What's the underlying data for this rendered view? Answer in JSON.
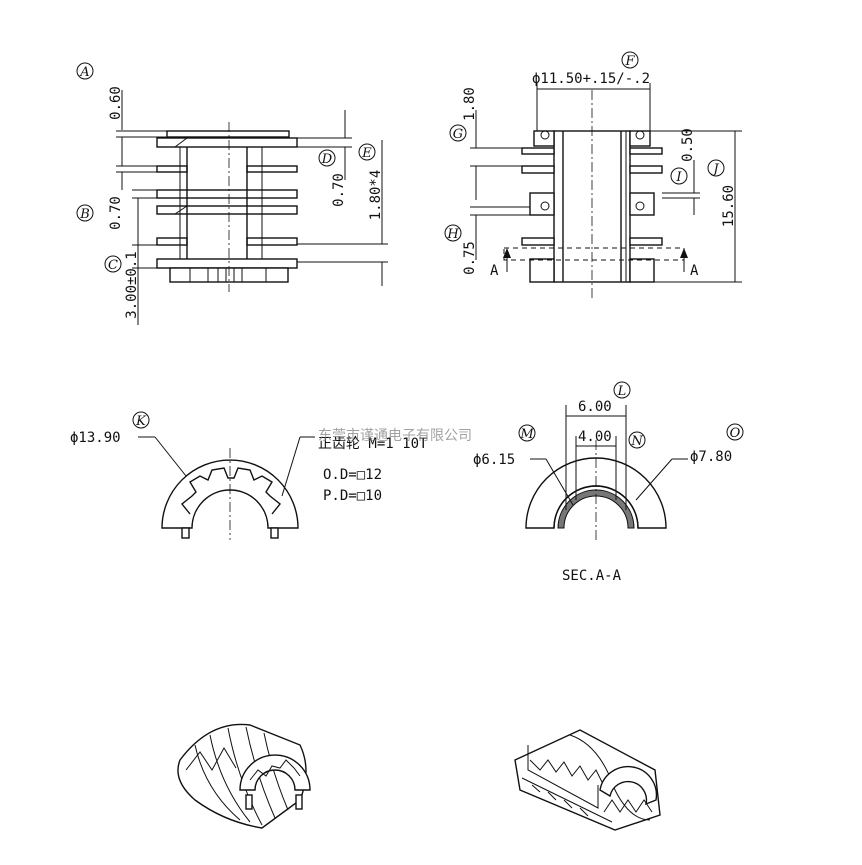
{
  "callouts": {
    "A": "A",
    "B": "B",
    "C": "C",
    "D": "D",
    "E": "E",
    "F": "F",
    "G": "G",
    "H": "H",
    "I": "I",
    "J": "J",
    "K": "K",
    "L": "L",
    "M": "M",
    "N": "N",
    "O": "O"
  },
  "dims": {
    "a_060": "0.60",
    "b_070": "0.70",
    "c_300": "3.00±0.1",
    "d_070": "0.70",
    "e_180x4": "1.80*4",
    "f_dia": "ϕ11.50+.15/-.2",
    "g_180": "1.80",
    "h_075": "0.75",
    "i_050": "0.50",
    "j_1560": "15.60",
    "k_dia": "ϕ13.90",
    "l_600": "6.00",
    "l_400": "4.00",
    "m_dia": "ϕ6.15",
    "o_dia": "ϕ7.80"
  },
  "gear_note": {
    "line1": "正齿轮 M=1 10T",
    "line2": "O.D=□12",
    "line3": "P.D=□10"
  },
  "section_marks": {
    "left": "A",
    "right": "A"
  },
  "section_title": "SEC.A-A",
  "watermark": "东莞市谨通电子有限公司"
}
